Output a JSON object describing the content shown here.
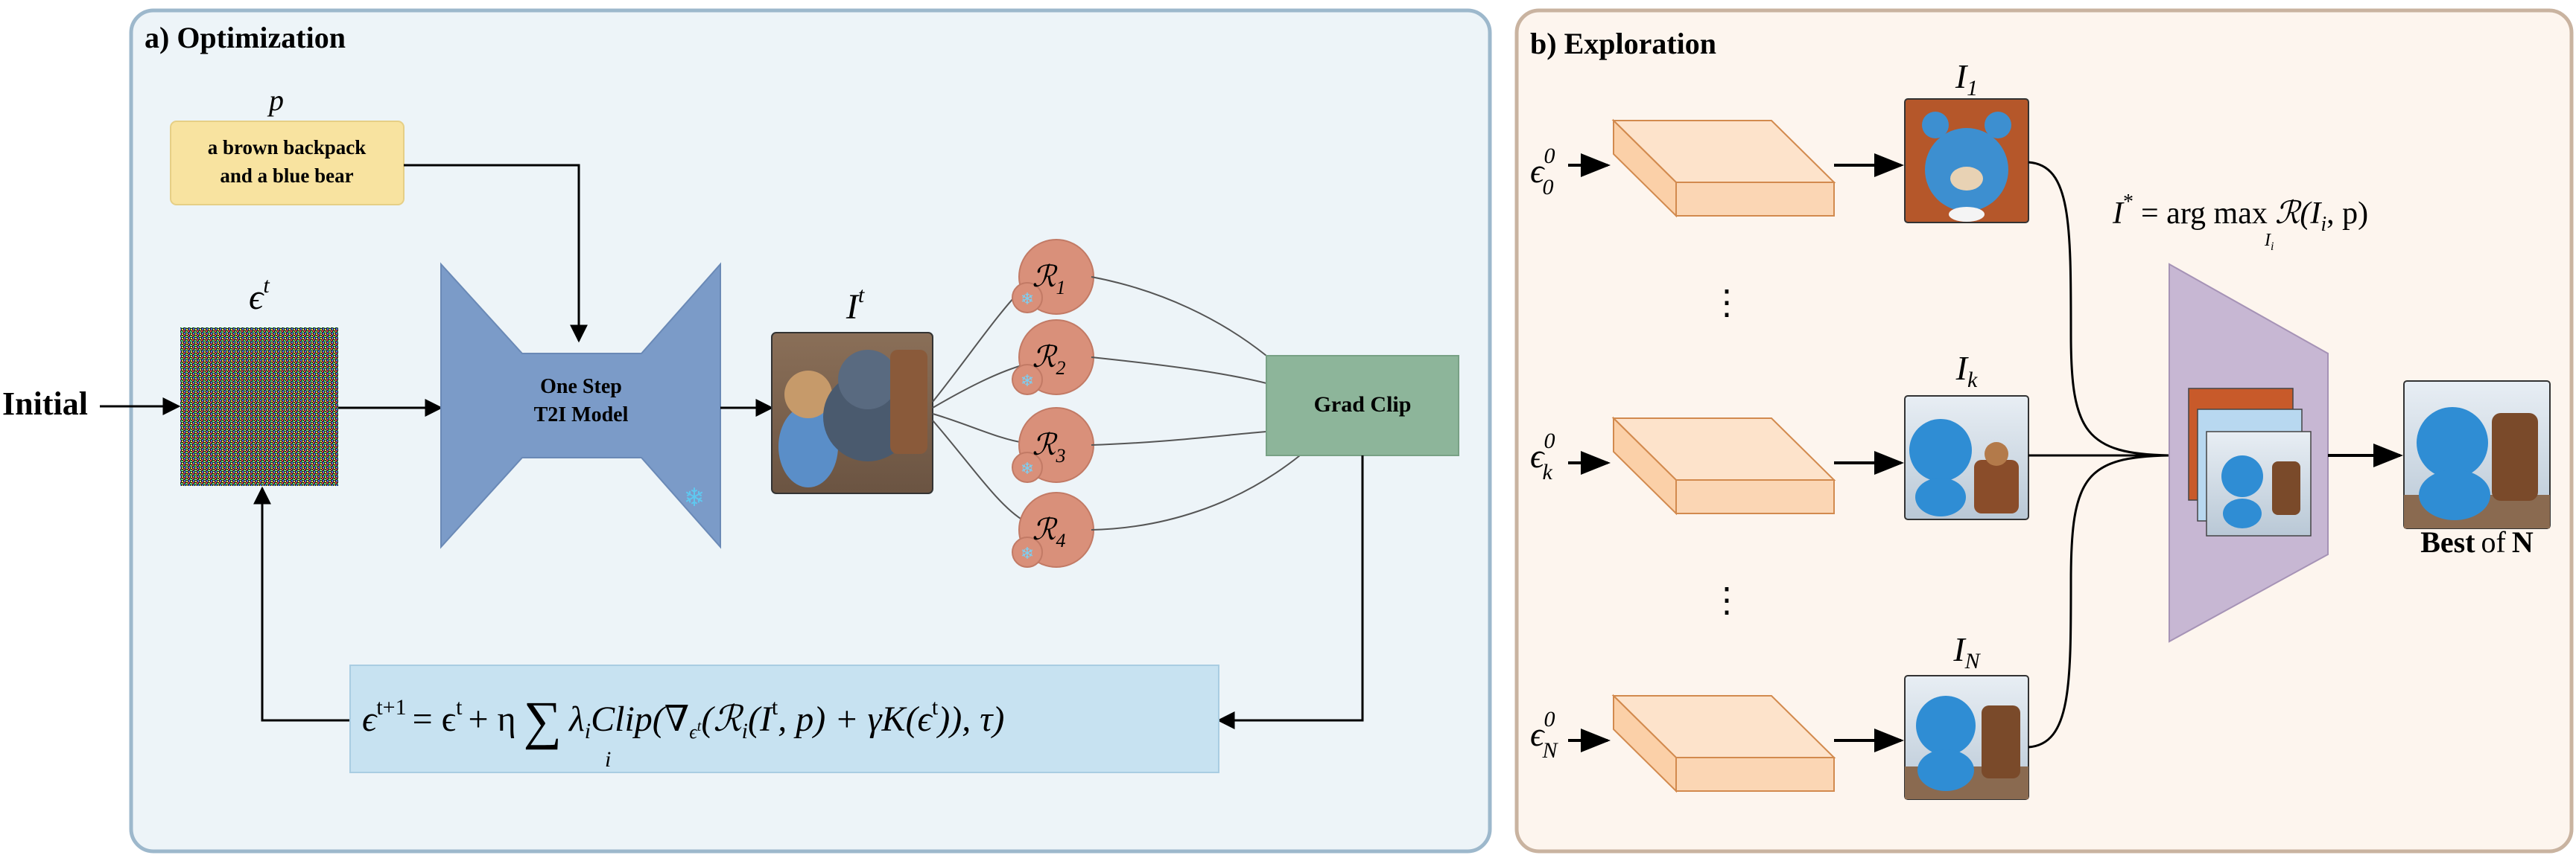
{
  "panel_a": {
    "title": "a) Optimization",
    "prompt_symbol": "p",
    "prompt_line1": "a brown backpack",
    "prompt_line2": "and a blue bear",
    "noise_base": "ϵ",
    "noise_sup": "t",
    "initial_label": "Initial",
    "model_line1": "One Step",
    "model_line2": "T2I Model",
    "image_base": "I",
    "image_sup": "t",
    "rewards": [
      {
        "base": "ℛ",
        "sub": "1"
      },
      {
        "base": "ℛ",
        "sub": "2"
      },
      {
        "base": "ℛ",
        "sub": "3"
      },
      {
        "base": "ℛ",
        "sub": "4"
      }
    ],
    "grad_clip": "Grad Clip",
    "update_equation": {
      "lhs": "ϵ",
      "lhs_sup": "t+1",
      "eq_part1": "= ϵ",
      "eq_part1_sup": "t",
      "eq_part2": "+ η",
      "sum_symbol": "∑",
      "sum_index": "i",
      "eq_part3": "λ",
      "eq_part3_sub": "i",
      "eq_part4": "Clip(∇",
      "eq_part4_sub": "ϵ",
      "eq_part4_subsup": "t",
      "eq_part5": "(ℛ",
      "eq_part5_sub": "i",
      "eq_part6": "(I",
      "eq_part6_sup": "t",
      "eq_part7": ", p) + γK(ϵ",
      "eq_part7_sup": "t",
      "eq_part8": ")), τ)"
    }
  },
  "panel_b": {
    "title": "b) Exploration",
    "noises": [
      {
        "base": "ϵ",
        "sub": "0",
        "sup": "0"
      },
      {
        "base": "ϵ",
        "sub": "k",
        "sup": "0"
      },
      {
        "base": "ϵ",
        "sub": "N",
        "sup": "0"
      }
    ],
    "images": [
      {
        "base": "I",
        "sub": "1"
      },
      {
        "base": "I",
        "sub": "k"
      },
      {
        "base": "I",
        "sub": "N"
      }
    ],
    "dots": "⋮",
    "argmax_lhs": "I",
    "argmax_lhs_sup": "*",
    "argmax_eq": "= arg max",
    "argmax_under": "I",
    "argmax_under_sub": "i",
    "argmax_rhs": "ℛ(I",
    "argmax_rhs_sub": "i",
    "argmax_rhs_end": ", p)",
    "best_word": "Best",
    "of_word": "of",
    "n_word": "N"
  },
  "colors": {
    "panel_a_bg": "#edf4f8",
    "panel_a_border": "#9db8cc",
    "panel_b_bg": "#fdf5ee",
    "panel_b_border": "#c9b3a0",
    "prompt_box": "#f8e3a0",
    "model_blue": "#7b9bc8",
    "reward_circle": "#d9907a",
    "grad_clip_green": "#8db59a",
    "equation_box": "#c7e2f1",
    "slab_orange": "#fbd6b4",
    "selector_purple": "#c7b7d3"
  }
}
